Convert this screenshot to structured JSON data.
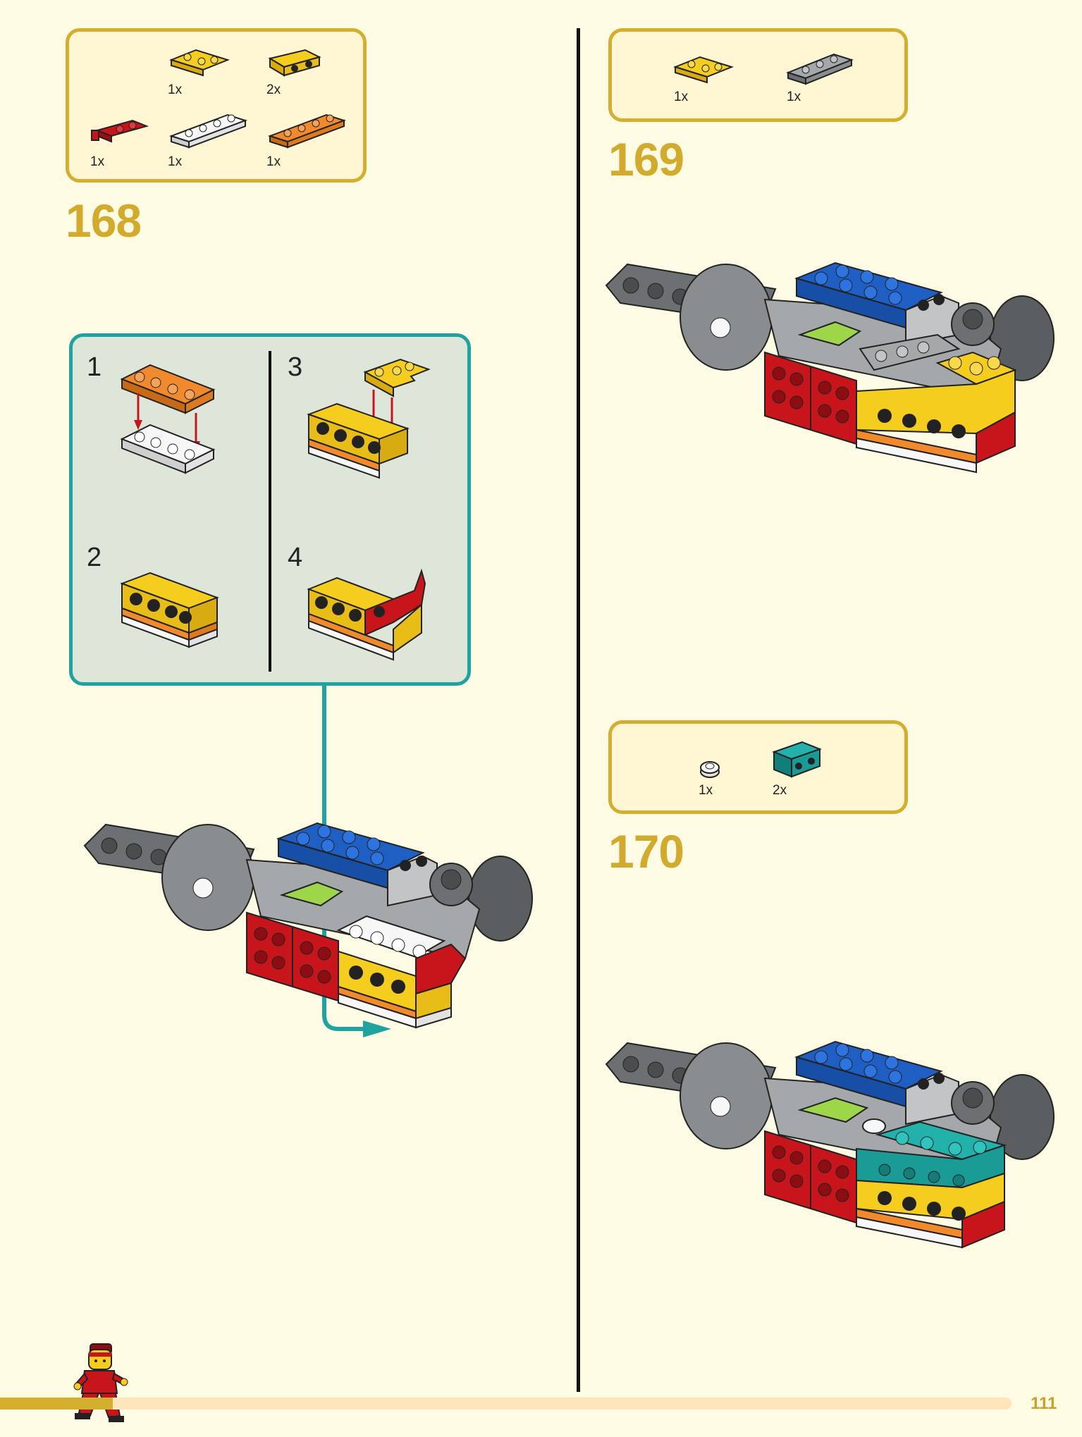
{
  "steps": [
    {
      "number": "168",
      "parts": [
        "1x",
        "2x",
        "1x",
        "1x",
        "1x"
      ]
    },
    {
      "number": "169",
      "parts": [
        "1x",
        "1x"
      ]
    },
    {
      "number": "170",
      "parts": [
        "1x",
        "2x"
      ]
    }
  ],
  "substeps": [
    "1",
    "2",
    "3",
    "4"
  ],
  "page_number": "111",
  "colors": {
    "background": "#fefbe4",
    "parts_box_fill": "#fff7d4",
    "parts_box_border": "#d4ae2e",
    "step_number": "#d3ab2c",
    "callout_border": "#1fa3a0",
    "callout_fill": "#dde6d8",
    "brick_yellow": "#f5cd1e",
    "brick_orange": "#f08a2c",
    "brick_red": "#c8151b",
    "brick_blue": "#1f5fc4",
    "brick_lime": "#9ed64a",
    "brick_teal": "#1a9b96",
    "brick_gray": "#8a8d8f",
    "progress_track": "#fde4ba"
  }
}
